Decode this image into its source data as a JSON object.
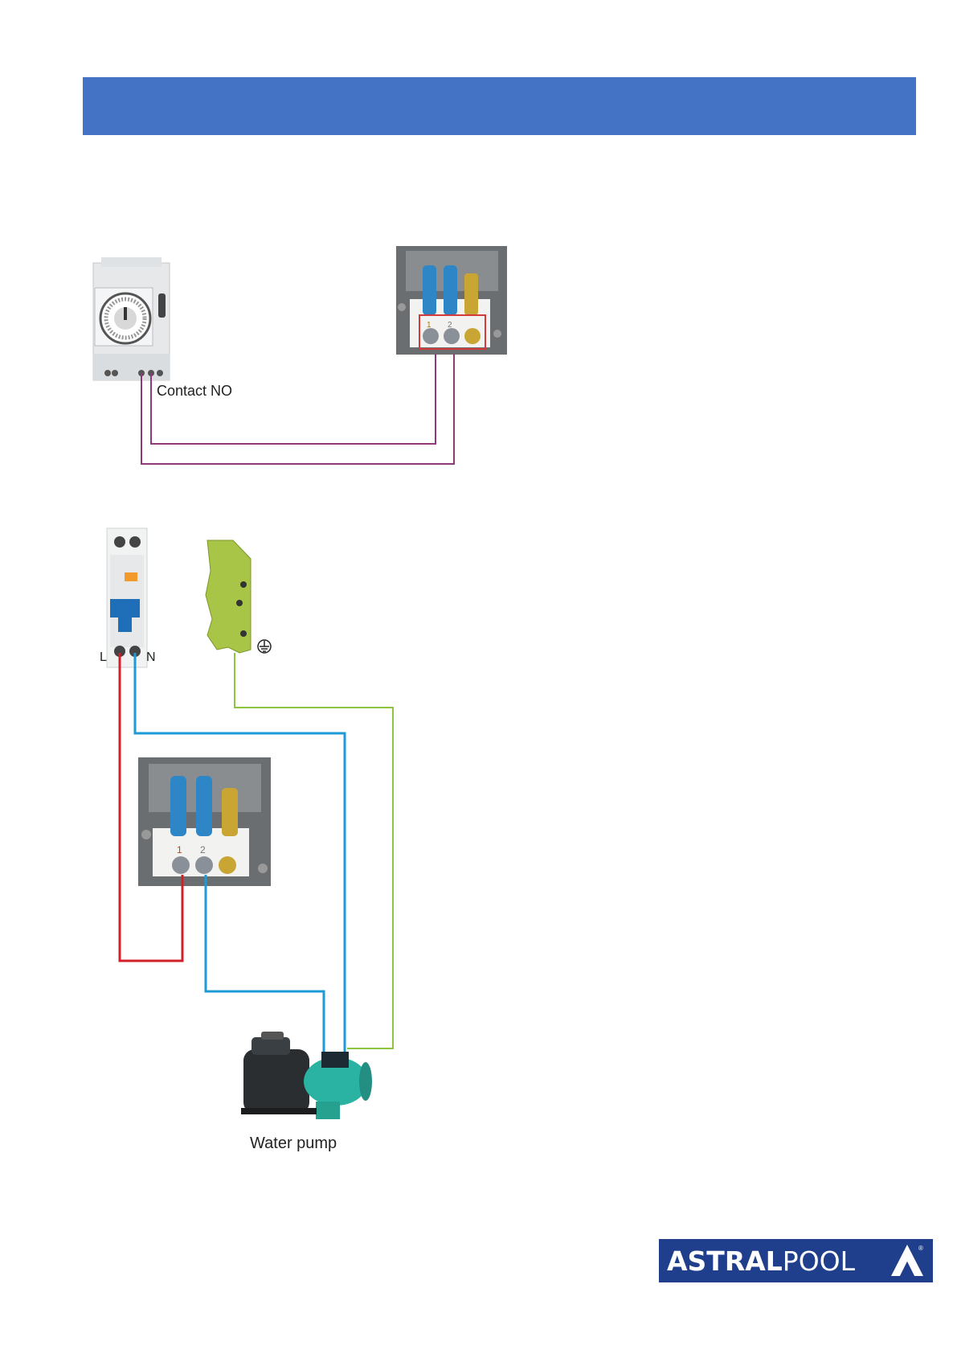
{
  "labels": {
    "timer_contact": "Contact  NO",
    "breaker_live": "L",
    "breaker_neutral": "N",
    "pump": "Water pump",
    "terminal_1": "1",
    "terminal_2": "2"
  },
  "logo": {
    "brand_bold": "ASTRAL",
    "brand_light": "POOL",
    "registered": "®"
  },
  "colors": {
    "header": "#4472c4",
    "control_wire": "#8e3a78",
    "live_wire": "#d0202a",
    "neutral_wire": "#1e9ad6",
    "earth_wire": "#8cc63f",
    "logo_bg": "#1f3e8c"
  },
  "icons": [
    "timer-switch-icon",
    "terminal-block-icon",
    "circuit-breaker-icon",
    "earth-terminal-icon",
    "earth-symbol-icon",
    "water-pump-icon"
  ]
}
